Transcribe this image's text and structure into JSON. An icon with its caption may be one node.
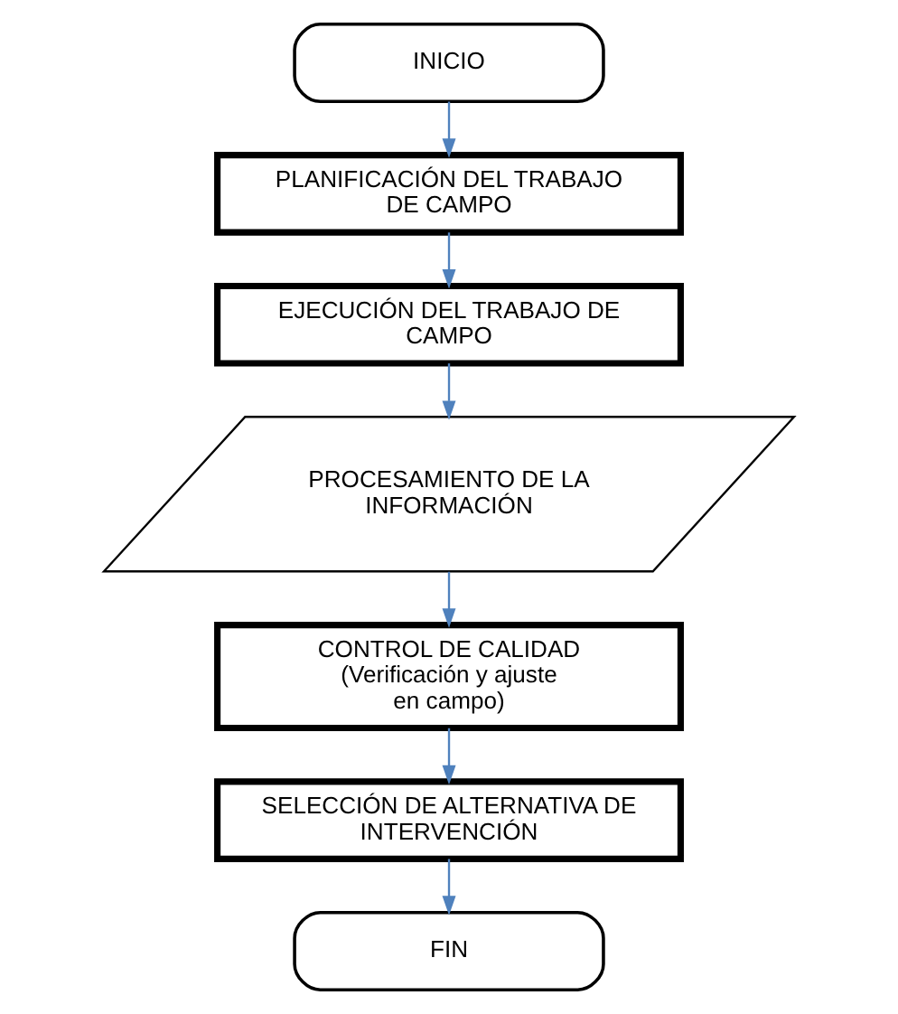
{
  "diagram": {
    "nodes": [
      {
        "text": [
          "INICIO"
        ]
      },
      {
        "text": [
          "PLANIFICACIÓN DEL TRABAJO DE CAMPO"
        ]
      },
      {
        "text": [
          "EJECUCIÓN DEL TRABAJO DE CAMPO"
        ]
      },
      {
        "text": [
          "PROCESAMIENTO DE LA INFORMACIÓN"
        ]
      },
      {
        "text": [
          "CONTROL DE CALIDAD",
          "(Verificación y ajuste en campo)"
        ]
      },
      {
        "text": [
          "SELECCIÓN DE ALTERNATIVA DE INTERVENCIÓN"
        ]
      },
      {
        "text": [
          "FIN"
        ]
      }
    ],
    "edges": [
      {
        "from": 0,
        "to": 1,
        "arrow": "to"
      },
      {
        "from": 1,
        "to": 2,
        "arrow": "to"
      },
      {
        "from": 2,
        "to": 3,
        "arrow": "to"
      },
      {
        "from": 3,
        "to": 4,
        "arrow": "to"
      },
      {
        "from": 4,
        "to": 5,
        "arrow": "to"
      },
      {
        "from": 5,
        "to": 6,
        "arrow": "to"
      }
    ]
  }
}
